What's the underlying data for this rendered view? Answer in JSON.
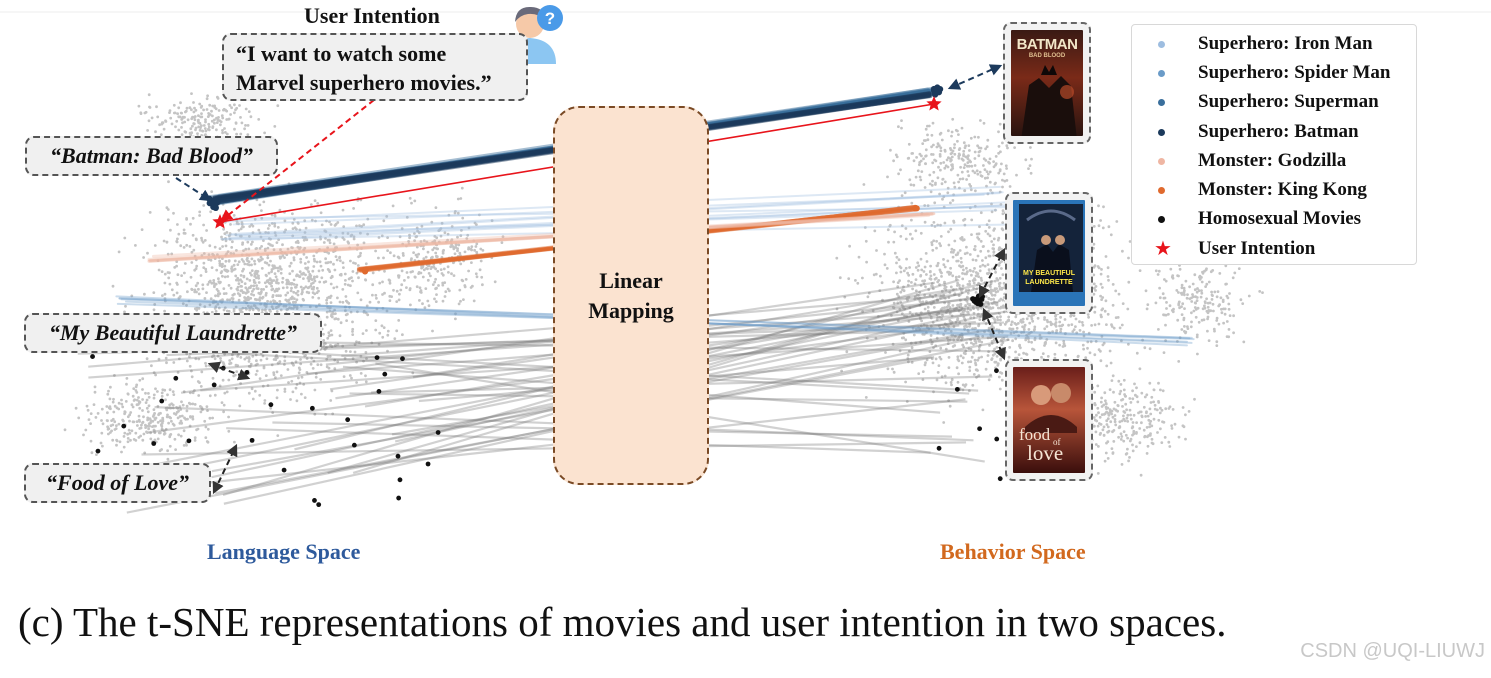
{
  "figure": {
    "intent_title": "User Intention",
    "intent_quote": "“I want to watch some Marvel superhero movies.”",
    "mapping_label": "Linear Mapping",
    "language_space_label": "Language Space",
    "behavior_space_label": "Behavior Space",
    "caption": "(c) The t-SNE representations of movies and user intention in two spaces.",
    "watermark": "CSDN @UQI-LIUWJ",
    "movie_labels": {
      "batman": "“Batman: Bad Blood”",
      "laundrette": "“My Beautiful Laundrette”",
      "food": "“Food of Love”"
    },
    "posters": {
      "batman": {
        "title": "BATMAN",
        "subtitle": "BAD BLOOD"
      },
      "laundrette": {
        "title": "MY BEAUTIFUL",
        "subtitle": "LAUNDRETTE"
      },
      "food": {
        "title": "food",
        "mid": "of",
        "subtitle": "love"
      }
    },
    "avatar_icon": "user-question-icon"
  },
  "legend": [
    {
      "label": "Superhero: Iron Man",
      "color": "#9dbde0",
      "marker": "dot"
    },
    {
      "label": "Superhero: Spider Man",
      "color": "#6a9bc8",
      "marker": "dot"
    },
    {
      "label": "Superhero: Superman",
      "color": "#3a6f9c",
      "marker": "dot"
    },
    {
      "label": "Superhero: Batman",
      "color": "#1c3a5c",
      "marker": "dot"
    },
    {
      "label": "Monster: Godzilla",
      "color": "#efb6a3",
      "marker": "dot"
    },
    {
      "label": "Monster: King Kong",
      "color": "#e06a2e",
      "marker": "dot"
    },
    {
      "label": "Homosexual Movies",
      "color": "#111111",
      "marker": "dot"
    },
    {
      "label": "User Intention",
      "color": "#e8141b",
      "marker": "star"
    }
  ],
  "colors": {
    "background_points": "#c4c4c4",
    "mapping_fill": "#fbe3d0",
    "mapping_border": "#7a4a25",
    "language_label": "#2e5a9c",
    "behavior_label": "#d2691e",
    "intent_link": "#e8141b"
  }
}
